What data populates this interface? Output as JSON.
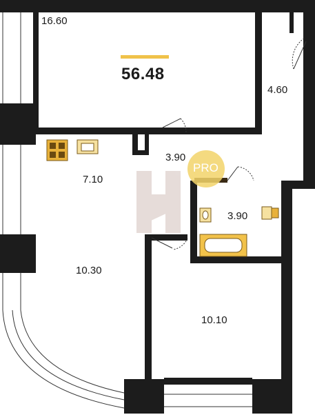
{
  "plan": {
    "total_area": "56.48",
    "accent_color": "#f0c24a",
    "rooms": [
      {
        "id": "living",
        "area": "16.60"
      },
      {
        "id": "wardrobe",
        "area": "4.60"
      },
      {
        "id": "hall",
        "area": "3.90"
      },
      {
        "id": "kitchen",
        "area": "7.10"
      },
      {
        "id": "bathroom",
        "area": "3.90"
      },
      {
        "id": "bedroom-left",
        "area": "10.30"
      },
      {
        "id": "bedroom-right",
        "area": "10.10"
      }
    ],
    "watermark_text": "PRO"
  }
}
